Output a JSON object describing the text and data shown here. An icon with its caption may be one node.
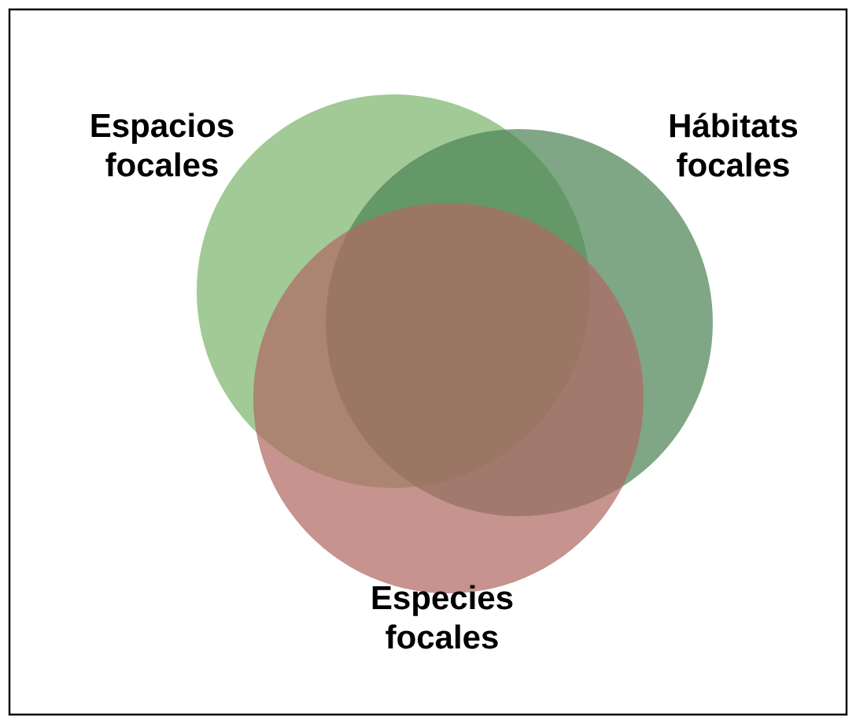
{
  "diagram": {
    "nodes": [
      {
        "text": [
          "Espacios focales"
        ]
      },
      {
        "text": [
          "Hábitats focales"
        ]
      },
      {
        "text": [
          "Especies focales"
        ]
      }
    ]
  }
}
